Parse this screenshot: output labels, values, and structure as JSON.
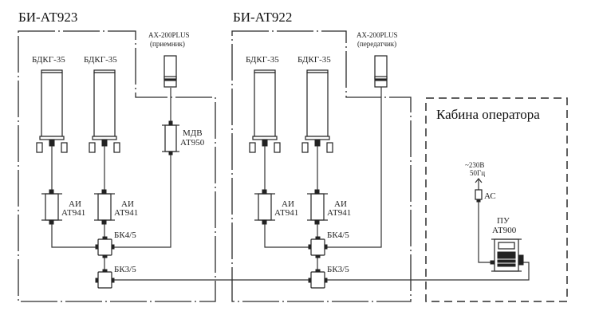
{
  "blocks": [
    {
      "title": "БИ-АТ923",
      "detectors": [
        "БДКГ-35",
        "БДКГ-35"
      ],
      "amplifiers": [
        {
          "line1": "АИ",
          "line2": "АТ941"
        },
        {
          "line1": "АИ",
          "line2": "АТ941"
        }
      ],
      "radio": {
        "model": "AX-200PLUS",
        "role": "(приемник)"
      },
      "module": {
        "line1": "МДВ",
        "line2": "АТ950"
      },
      "box_upper": "БК4/5",
      "box_lower": "БК3/5"
    },
    {
      "title": "БИ-АТ922",
      "detectors": [
        "БДКГ-35",
        "БДКГ-35"
      ],
      "amplifiers": [
        {
          "line1": "АИ",
          "line2": "АТ941"
        },
        {
          "line1": "АИ",
          "line2": "АТ941"
        }
      ],
      "radio": {
        "model": "AX-200PLUS",
        "role": "(передатчик)"
      },
      "box_upper": "БК4/5",
      "box_lower": "БК3/5"
    }
  ],
  "cabin": {
    "title": "Кабина оператора",
    "power_line1": "~230В",
    "power_line2": "50Гц",
    "adapter": "АС",
    "panel_line1": "ПУ",
    "panel_line2": "АТ900"
  }
}
